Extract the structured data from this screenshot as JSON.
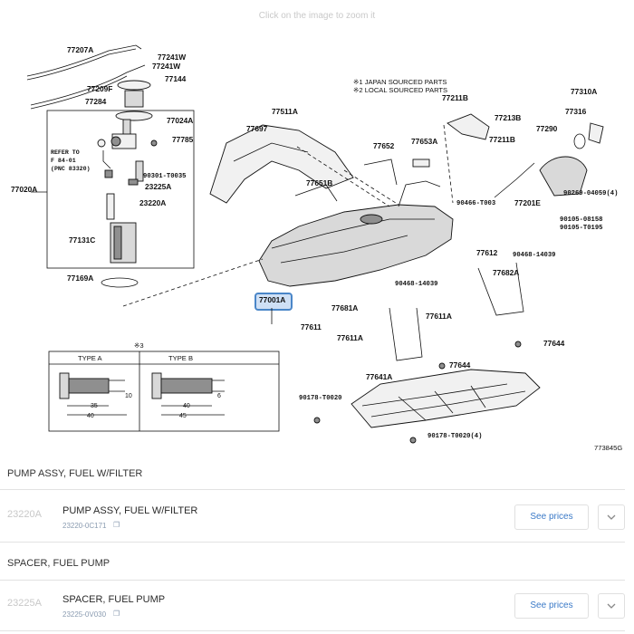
{
  "hint": "Click on the image to zoom it",
  "diagram": {
    "notes": [
      "※1 JAPAN SOURCED PARTS",
      "※2 LOCAL SOURCED PARTS"
    ],
    "type_note": "※3",
    "type_a": "TYPE A",
    "type_b": "TYPE B",
    "dims_a": [
      "10",
      "35",
      "40"
    ],
    "dims_b": [
      "6",
      "40",
      "45"
    ],
    "refer_to": [
      "REFER TO",
      "F  84-01",
      "(PNC 83320)"
    ],
    "figure_id": "773845G",
    "labels": {
      "l77207A": "77207A",
      "l77241W_1": "77241W",
      "l77241W_2": "77241W",
      "l77144": "77144",
      "l77209F": "77209F",
      "l77284": "77284",
      "l77024A": "77024A",
      "l77785": "77785",
      "l77020A": "77020A",
      "l90301": "90301-T0035",
      "l23225A": "23225A",
      "l23220A": "23220A",
      "l77131C": "77131C",
      "l77169A": "77169A",
      "l77511A": "77511A",
      "l77697": "77697",
      "l77652": "77652",
      "l77653A": "77653A",
      "l77651B": "77651B",
      "l77211B_1": "77211B",
      "l77213B": "77213B",
      "l77211B_2": "77211B",
      "l77310A": "77310A",
      "l77316": "77316",
      "l77290": "77290",
      "l77201E": "77201E",
      "l90466": "90466-T003",
      "l90269": "90269-04059(4)",
      "l90105_1": "90105-08158",
      "l90105_2": "90105-T0195",
      "l77001A": "77001A",
      "l77612": "77612",
      "l90468_1": "90468-14039",
      "l77682A": "77682A",
      "l90468_2": "90468-14039",
      "l77681A": "77681A",
      "l77611A_1": "77611A",
      "l77611": "77611",
      "l77611A_2": "77611A",
      "l77644_1": "77644",
      "l77644_2": "77644",
      "l77641A": "77641A",
      "l90178_1": "90178-T0020",
      "l90178_2": "90178-T0020(4)"
    }
  },
  "sections": [
    {
      "title": "PUMP ASSY, FUEL W/FILTER",
      "code": "23220A",
      "name": "PUMP ASSY, FUEL W/FILTER",
      "part_number": "23220-0C171",
      "button": "See prices"
    },
    {
      "title": "SPACER, FUEL PUMP",
      "code": "23225A",
      "name": "SPACER, FUEL PUMP",
      "part_number": "23225-0V030",
      "button": "See prices"
    }
  ],
  "colors": {
    "link": "#3a79c7",
    "highlight": "#4a86c8",
    "highlight_fill": "#cfe0f5"
  }
}
